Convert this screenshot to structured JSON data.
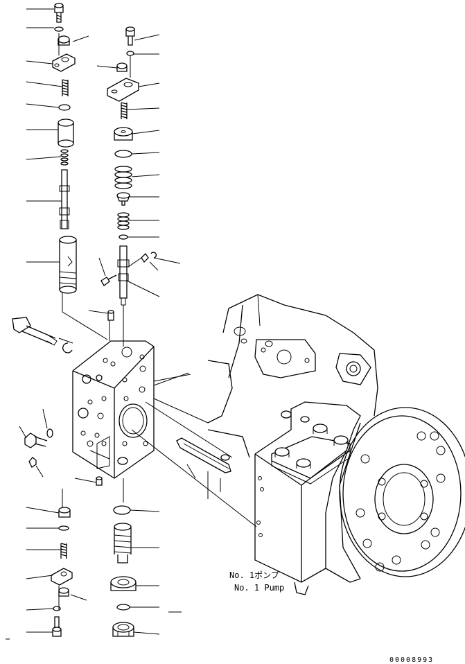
{
  "drawing": {
    "pump_label_jp": "No. 1ポンプ",
    "pump_label_en": "No. 1 Pump",
    "drawing_code": "00008993"
  }
}
